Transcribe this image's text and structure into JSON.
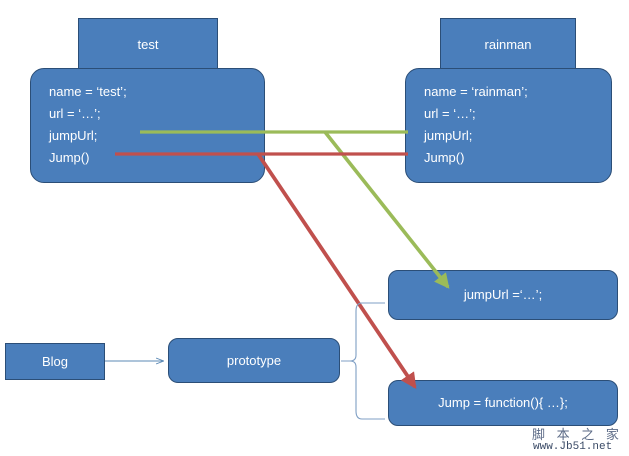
{
  "diagram": {
    "title_left": "test",
    "title_right": "rainman",
    "accent_box_fill": "#4a7ebb",
    "accent_box_stroke": "#2b4e77",
    "green_link_color": "#9bbb59",
    "red_link_color": "#c0504d",
    "connector_color": "#7f9fc4"
  },
  "left_instance": {
    "header": "test",
    "lines": [
      "name = ‘test’;",
      "url = ‘…’;",
      "jumpUrl;",
      "Jump()"
    ]
  },
  "right_instance": {
    "header": "rainman",
    "lines": [
      "name = ‘rainman’;",
      "url = ‘…’;",
      "jumpUrl;",
      "Jump()"
    ]
  },
  "blog": {
    "label": "Blog"
  },
  "prototype": {
    "label": "prototype"
  },
  "prototype_members": {
    "jump_url": "jumpUrl =‘…’;",
    "jump_fn": "Jump = function(){ …};"
  },
  "watermark": {
    "cn": "脚 本 之 家",
    "url": "www.Jb51.net"
  }
}
